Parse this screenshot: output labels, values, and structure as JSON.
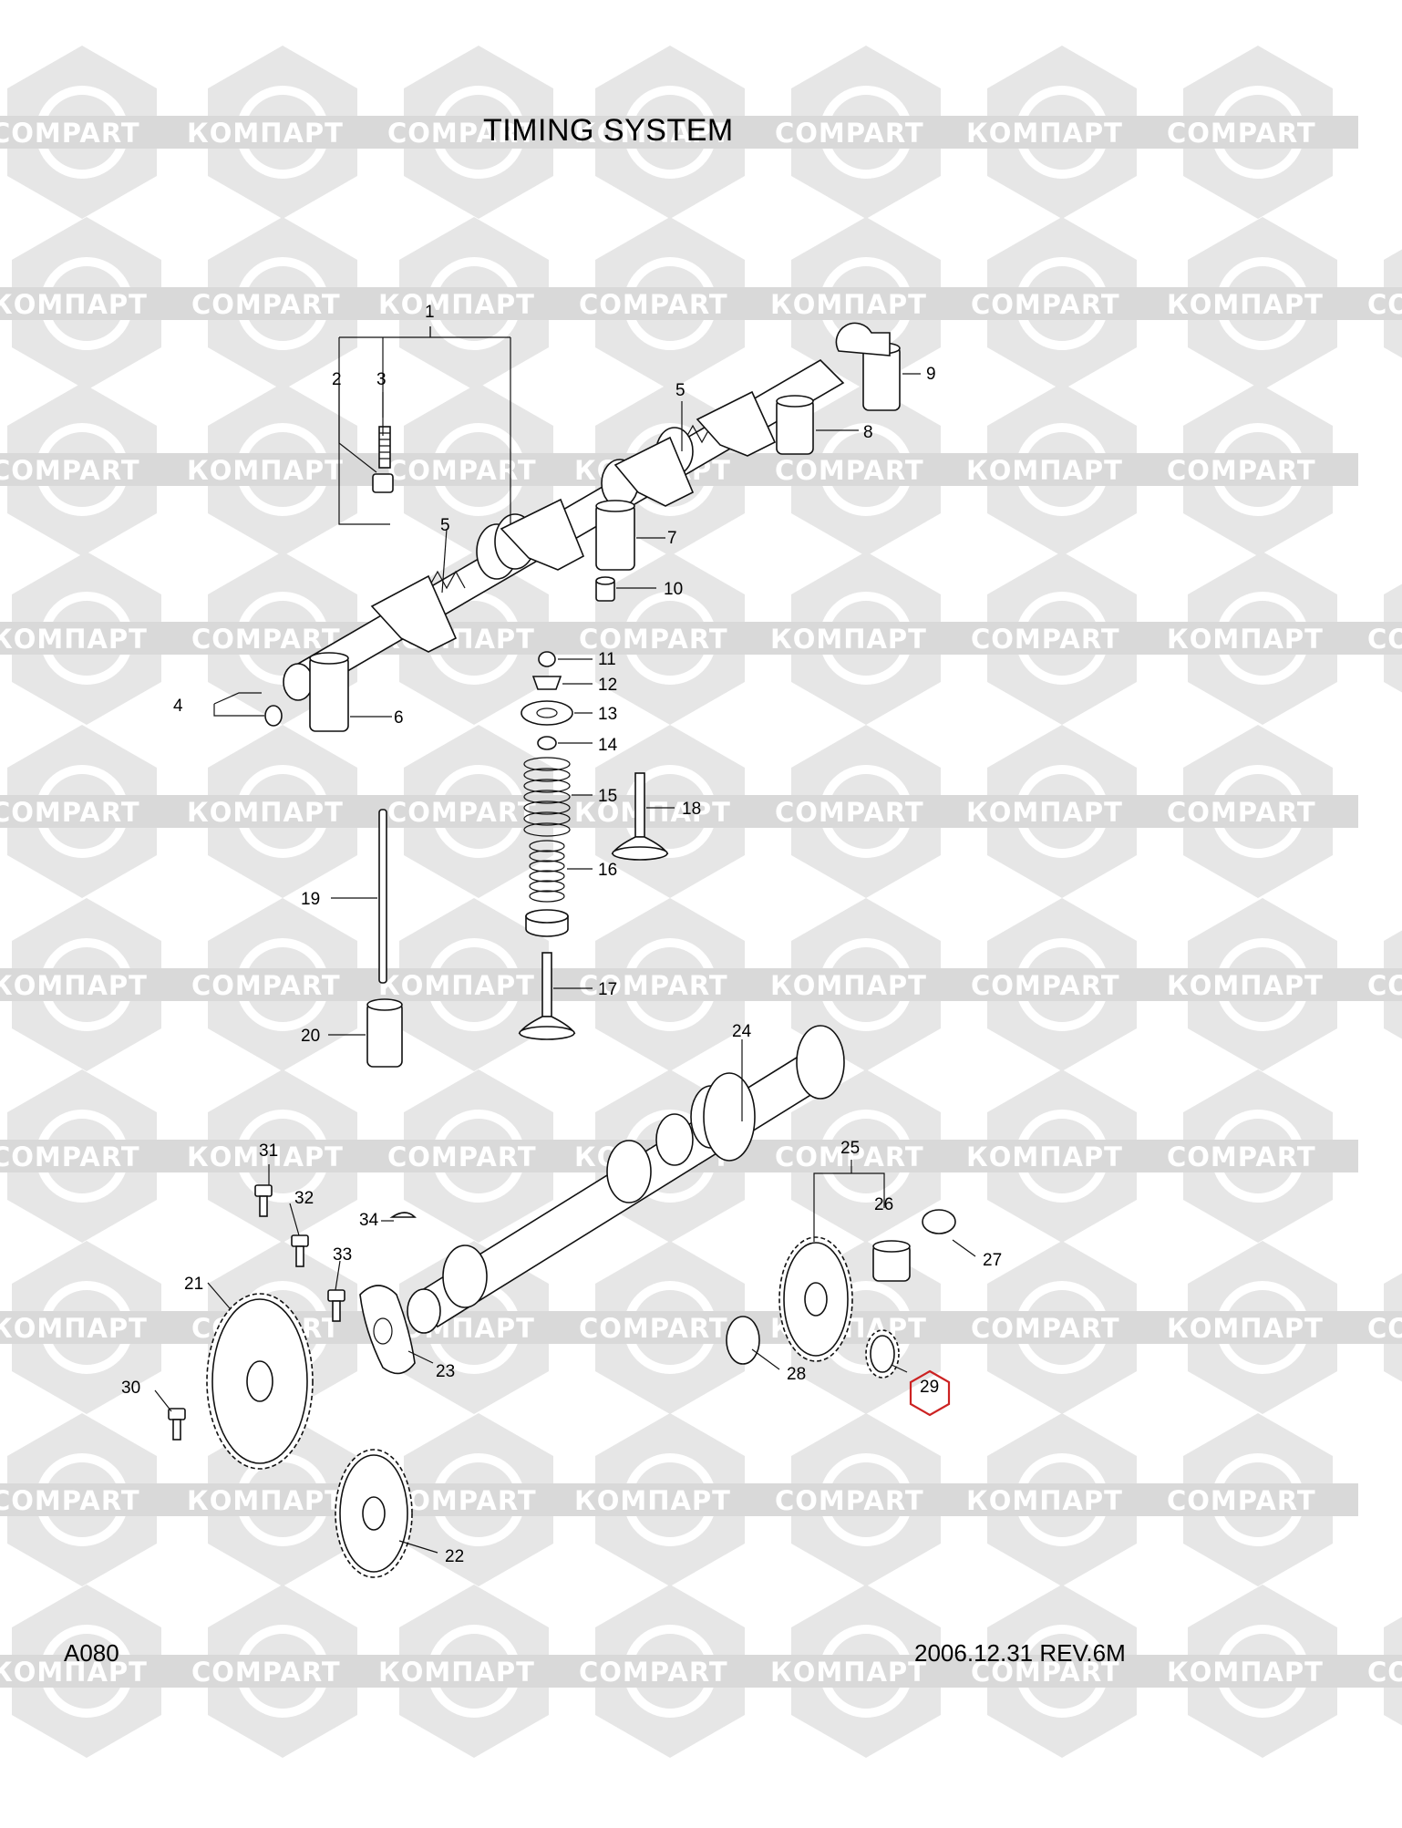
{
  "title": "TIMING SYSTEM",
  "footer": {
    "code": "A080",
    "revision": "2006.12.31 REV.6M"
  },
  "watermark": {
    "latin": "COMPART",
    "cyrillic": "КОМПАРТ"
  },
  "highlight_color": "#cc2222",
  "parts": [
    {
      "id": "p1",
      "label": "1"
    },
    {
      "id": "p2",
      "label": "2"
    },
    {
      "id": "p3",
      "label": "3"
    },
    {
      "id": "p4",
      "label": "4"
    },
    {
      "id": "p5a",
      "label": "5"
    },
    {
      "id": "p5b",
      "label": "5"
    },
    {
      "id": "p6",
      "label": "6"
    },
    {
      "id": "p7",
      "label": "7"
    },
    {
      "id": "p8",
      "label": "8"
    },
    {
      "id": "p9",
      "label": "9"
    },
    {
      "id": "p10",
      "label": "10"
    },
    {
      "id": "p11",
      "label": "11"
    },
    {
      "id": "p12",
      "label": "12"
    },
    {
      "id": "p13",
      "label": "13"
    },
    {
      "id": "p14",
      "label": "14"
    },
    {
      "id": "p15",
      "label": "15"
    },
    {
      "id": "p16",
      "label": "16"
    },
    {
      "id": "p17",
      "label": "17"
    },
    {
      "id": "p18",
      "label": "18"
    },
    {
      "id": "p19",
      "label": "19"
    },
    {
      "id": "p20",
      "label": "20"
    },
    {
      "id": "p21",
      "label": "21"
    },
    {
      "id": "p22",
      "label": "22"
    },
    {
      "id": "p23",
      "label": "23"
    },
    {
      "id": "p24",
      "label": "24"
    },
    {
      "id": "p25",
      "label": "25"
    },
    {
      "id": "p26",
      "label": "26"
    },
    {
      "id": "p27",
      "label": "27"
    },
    {
      "id": "p28",
      "label": "28"
    },
    {
      "id": "p29",
      "label": "29",
      "highlighted": true
    },
    {
      "id": "p30",
      "label": "30"
    },
    {
      "id": "p31",
      "label": "31"
    },
    {
      "id": "p32",
      "label": "32"
    },
    {
      "id": "p33",
      "label": "33"
    },
    {
      "id": "p34",
      "label": "34"
    }
  ]
}
